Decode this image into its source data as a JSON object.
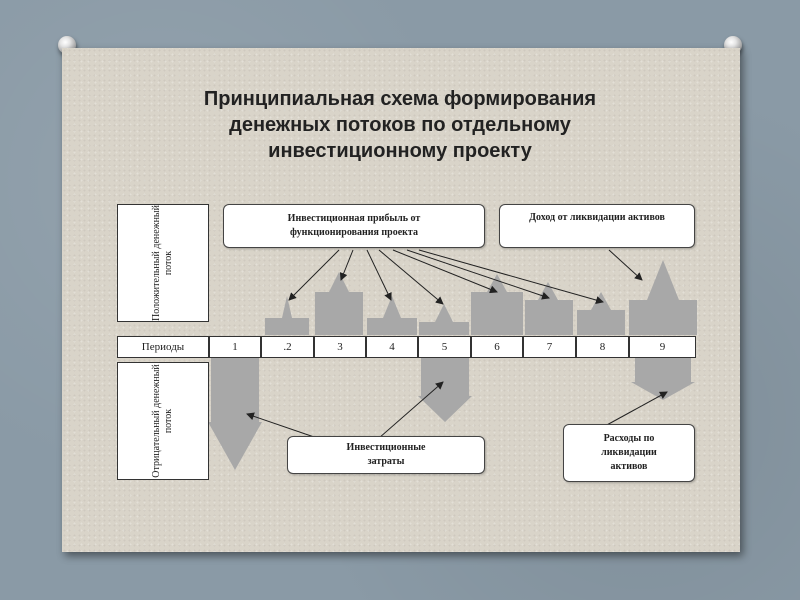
{
  "title_lines": [
    "Принципиальная схема формирования",
    "денежных потоков по отдельному",
    "инвестиционному проекту"
  ],
  "row_labels": {
    "positive": "Положительный денежный поток",
    "periods": "Периоды",
    "negative": "Отрицательный денежный поток"
  },
  "periods": [
    "1",
    ".2",
    "3",
    "4",
    "5",
    "6",
    "7",
    "8",
    "9"
  ],
  "boxes": {
    "investment_profit": "Инвестиционная прибыль от функционирования проекта",
    "liquidation_income": "Доход от ликвидации активов",
    "investment_costs": "Инвестиционные затраты",
    "liquidation_costs": "Расходы по ликвидации активов"
  },
  "colors": {
    "arrow_fill": "#a8a8a8",
    "connector": "#222222"
  }
}
